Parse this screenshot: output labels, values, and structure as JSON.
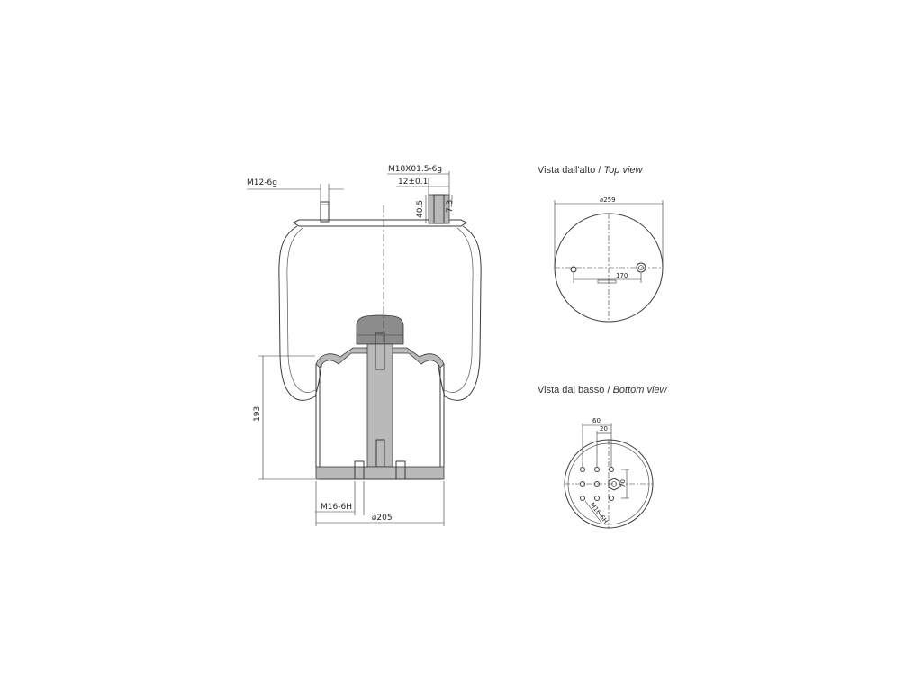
{
  "side_view": {
    "labels": {
      "thread_stud": "M12-6g",
      "thread_port": "M18X01.5-6g",
      "port_offset": "12±0.1",
      "stud_height": "40.5",
      "port_depth": "7.3",
      "height": "193",
      "bottom_thread": "M16-6H",
      "diameter": "⌀205"
    }
  },
  "top_view": {
    "title_it": "Vista dall'alto /",
    "title_en": "Top view",
    "diameter": "⌀259",
    "stud_spacing": "170"
  },
  "bottom_view": {
    "title_it": "Vista dal basso /",
    "title_en": "Bottom view",
    "dim_60": "60",
    "dim_20": "20",
    "dim_70": "70",
    "thread": "M16-6H"
  }
}
